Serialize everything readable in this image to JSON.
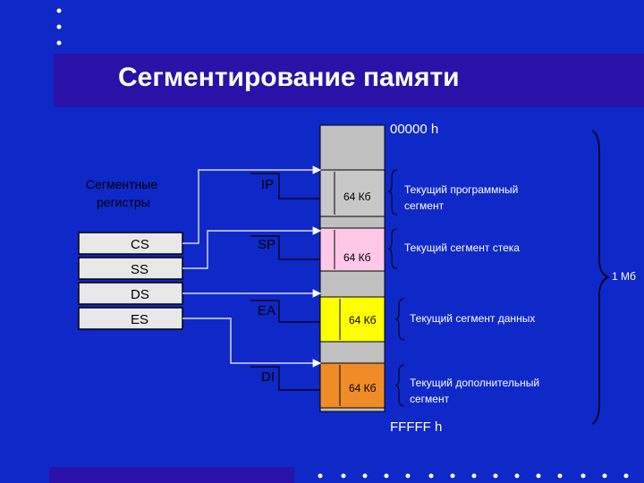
{
  "title": "Сегментирование памяти",
  "memory": {
    "start_label": "00000 h",
    "end_label": "FFFFF h",
    "total_label": "1 Мб"
  },
  "registers": {
    "header_line1": "Сегментные",
    "header_line2": "регистры",
    "items": [
      "CS",
      "SS",
      "DS",
      "ES"
    ]
  },
  "pointers": [
    "IP",
    "SP",
    "EA",
    "DI"
  ],
  "segments": [
    {
      "size": "64 Кб",
      "desc_line1": "Текущий программный",
      "desc_line2": "сегмент",
      "color": "#c8c8c8"
    },
    {
      "size": "64 Кб",
      "desc_line1": "Текущий  сегмент стека",
      "desc_line2": "",
      "color": "#ffc8e6"
    },
    {
      "size": "64 Кб",
      "desc_line1": "Текущий сегмент данных",
      "desc_line2": "",
      "color": "#ffff00"
    },
    {
      "size": "64 Кб",
      "desc_line1": "Текущий дополнительный",
      "desc_line2": "сегмент",
      "color": "#f08c28"
    }
  ],
  "colors": {
    "background": "#0f28c8",
    "title_band": "#2a12a8",
    "memory_column": "#c0c0c0",
    "register_box": "#e8e8e8"
  }
}
